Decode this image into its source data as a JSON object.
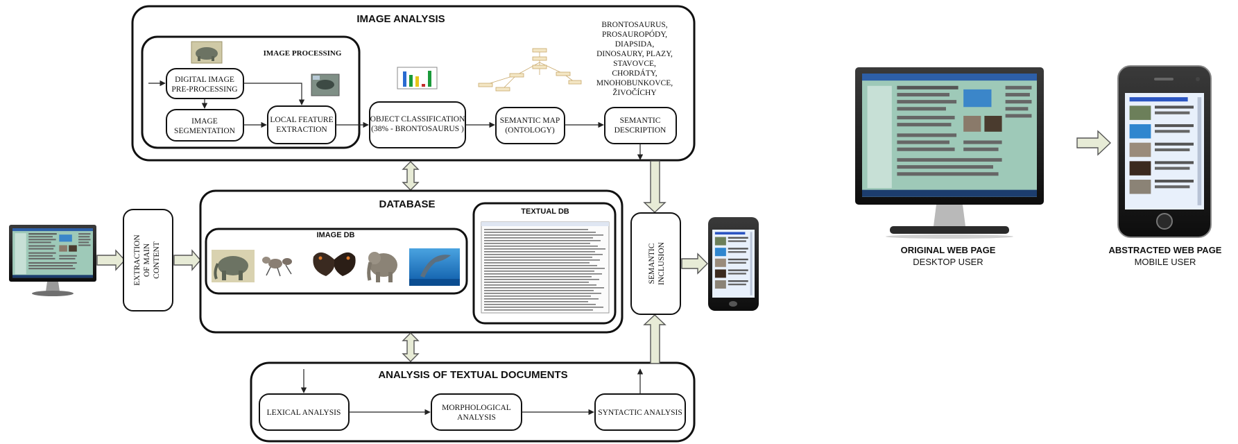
{
  "image_analysis": {
    "title": "IMAGE ANALYSIS",
    "image_processing": {
      "title": "IMAGE PROCESSING",
      "digital_image_preprocessing": [
        "DIGITAL IMAGE",
        "PRE-PROCESSING"
      ],
      "image_segmentation": [
        "IMAGE",
        "SEGMENTATION"
      ],
      "local_feature_extraction": [
        "LOCAL FEATURE",
        "EXTRACTION"
      ]
    },
    "object_classification": [
      "OBJECT CLASSIFICATION",
      "(38% - BRONTOSAURUS )"
    ],
    "semantic_map": [
      "SEMANTIC MAP",
      "(ONTOLOGY)"
    ],
    "semantic_description": [
      "SEMANTIC",
      "DESCRIPTION"
    ],
    "description_terms": [
      "BRONTOSAURUS,",
      "PROSAUROPÓDY,",
      "DIAPSIDA,",
      "DINOSAURY, PLAZY,",
      "STAVOVCE,",
      "CHORDÁTY,",
      "MNOHOBUNKOVCE,",
      "ŽIVOČÍCHY"
    ]
  },
  "extraction": [
    "EXTRACTION",
    "OF MAIN",
    "CONTENT"
  ],
  "database": {
    "title": "DATABASE",
    "image_db": "IMAGE DB",
    "textual_db": "TEXTUAL DB"
  },
  "semantic_inclusion": [
    "SEMANTIC",
    "INCLUSION"
  ],
  "textual_analysis": {
    "title": "ANALYSIS OF TEXTUAL DOCUMENTS",
    "lexical": "LEXICAL ANALYSIS",
    "morphological": [
      "MORPHOLOGICAL",
      "ANALYSIS"
    ],
    "syntactic": "SYNTACTIC ANALYSIS"
  },
  "right_panel": {
    "original_title": "ORIGINAL WEB PAGE",
    "original_subtitle": "DESKTOP USER",
    "abstracted_title": "ABSTRACTED WEB PAGE",
    "abstracted_subtitle": "MOBILE USER"
  },
  "colors": {
    "webpage_bg": "#9ec9b8",
    "fat_arrow": "#e7ebd6",
    "chart_bars": [
      "#2a6bd0",
      "#1a9a3a",
      "#e6c51a",
      "#c22b2b"
    ]
  }
}
